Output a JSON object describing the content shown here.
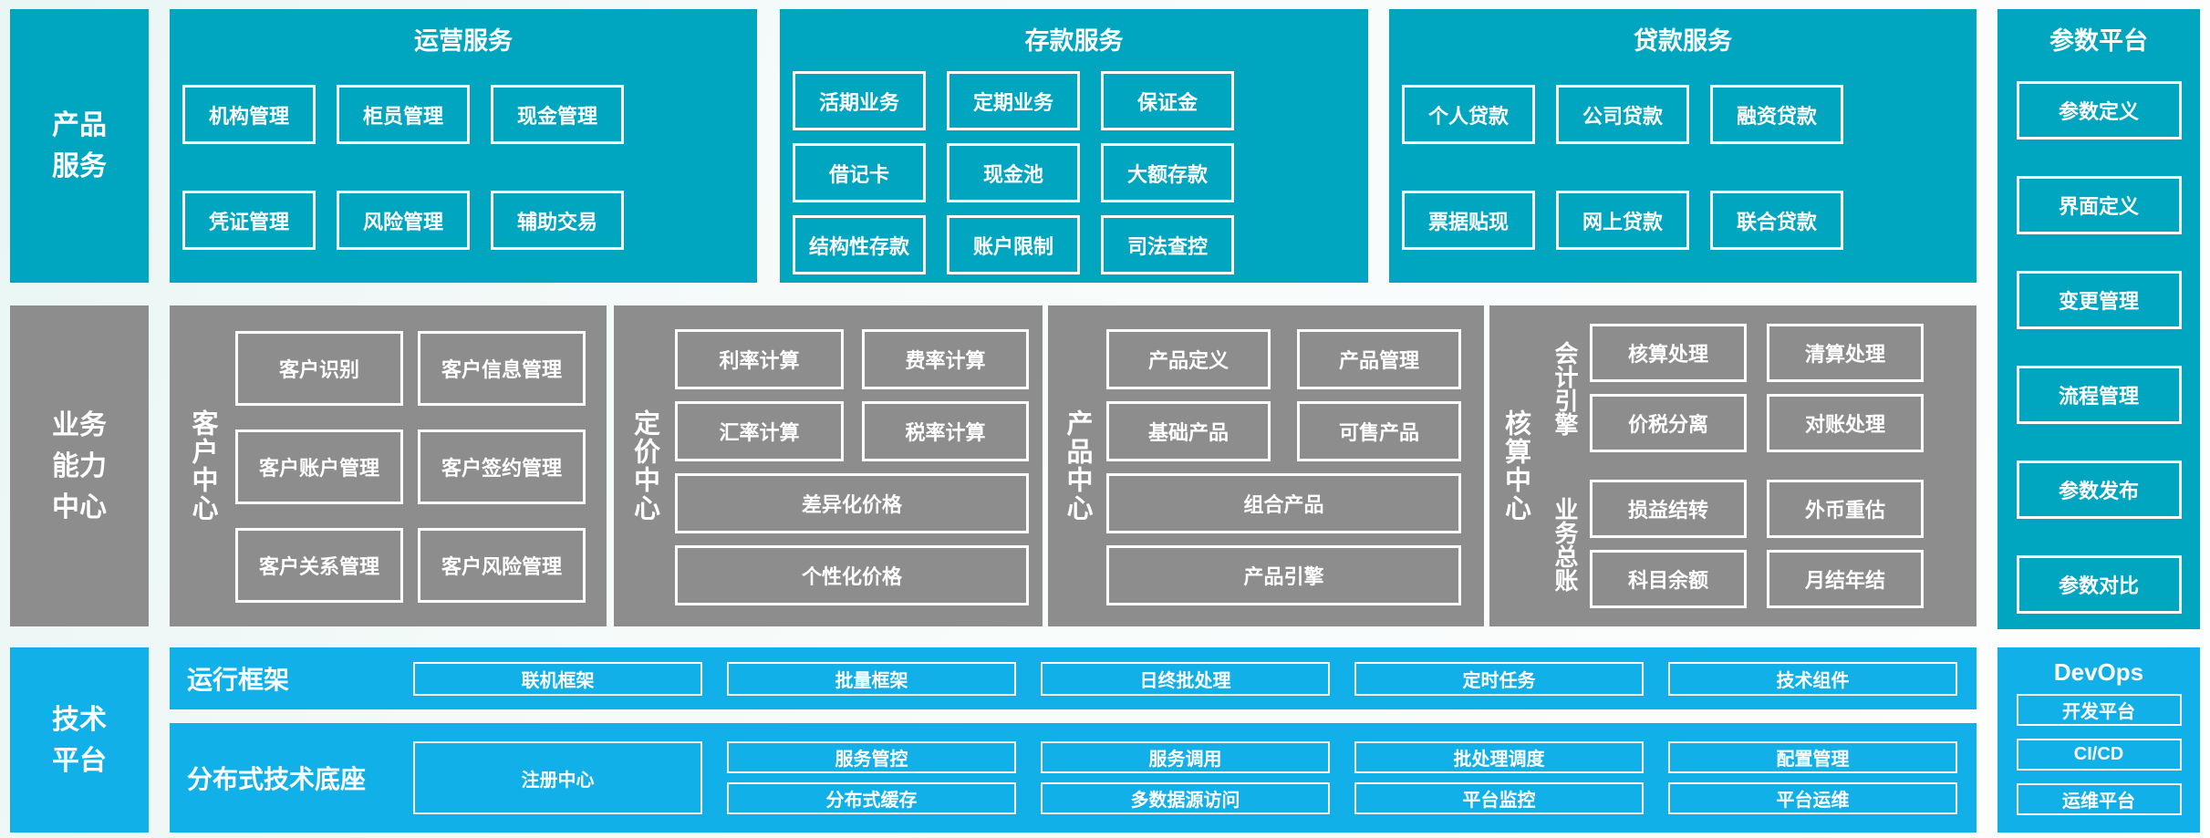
{
  "palette": {
    "teal": "#00a6bf",
    "gray": "#8d8d8d",
    "blue": "#12b0e8",
    "box_border": "#ffffff",
    "text": "#ffffff"
  },
  "rails": {
    "product": "产品\n服务",
    "business": "业务\n能力\n中心",
    "tech": "技术\n平台"
  },
  "operations": {
    "title": "运营服务",
    "items": [
      "机构管理",
      "柜员管理",
      "现金管理",
      "凭证管理",
      "风险管理",
      "辅助交易"
    ]
  },
  "deposit": {
    "title": "存款服务",
    "items": [
      "活期业务",
      "定期业务",
      "保证金",
      "借记卡",
      "现金池",
      "大额存款",
      "结构性存款",
      "账户限制",
      "司法查控"
    ]
  },
  "loan": {
    "title": "贷款服务",
    "items": [
      "个人贷款",
      "公司贷款",
      "融资贷款",
      "票据贴现",
      "网上贷款",
      "联合贷款"
    ]
  },
  "param_platform": {
    "title": "参数平台",
    "items": [
      "参数定义",
      "界面定义",
      "变更管理",
      "流程管理",
      "参数发布",
      "参数对比"
    ]
  },
  "customer_center": {
    "label": "客户中心",
    "items": [
      "客户识别",
      "客户信息管理",
      "客户账户管理",
      "客户签约管理",
      "客户关系管理",
      "客户风险管理"
    ]
  },
  "pricing_center": {
    "label": "定价中心",
    "items": [
      "利率计算",
      "费率计算",
      "汇率计算",
      "税率计算"
    ],
    "wide_items": [
      "差异化价格",
      "个性化价格"
    ]
  },
  "product_center": {
    "label": "产品中心",
    "items": [
      "产品定义",
      "产品管理",
      "基础产品",
      "可售产品"
    ],
    "wide_items": [
      "组合产品",
      "产品引擎"
    ]
  },
  "accounting_center": {
    "label": "核算中心",
    "groups": [
      {
        "label": "会计引擎",
        "items": [
          "核算处理",
          "清算处理",
          "价税分离",
          "对账处理"
        ]
      },
      {
        "label": "业务总账",
        "items": [
          "损益结转",
          "外币重估",
          "科目余额",
          "月结年结"
        ]
      }
    ]
  },
  "runtime": {
    "label": "运行框架",
    "items": [
      "联机框架",
      "批量框架",
      "日终批处理",
      "定时任务",
      "技术组件"
    ]
  },
  "distributed": {
    "label": "分布式技术底座",
    "registry": "注册中心",
    "items": [
      "服务管控",
      "服务调用",
      "批处理调度",
      "配置管理",
      "分布式缓存",
      "多数据源访问",
      "平台监控",
      "平台运维"
    ]
  },
  "devops": {
    "title": "DevOps",
    "items": [
      "开发平台",
      "CI/CD",
      "运维平台"
    ]
  }
}
